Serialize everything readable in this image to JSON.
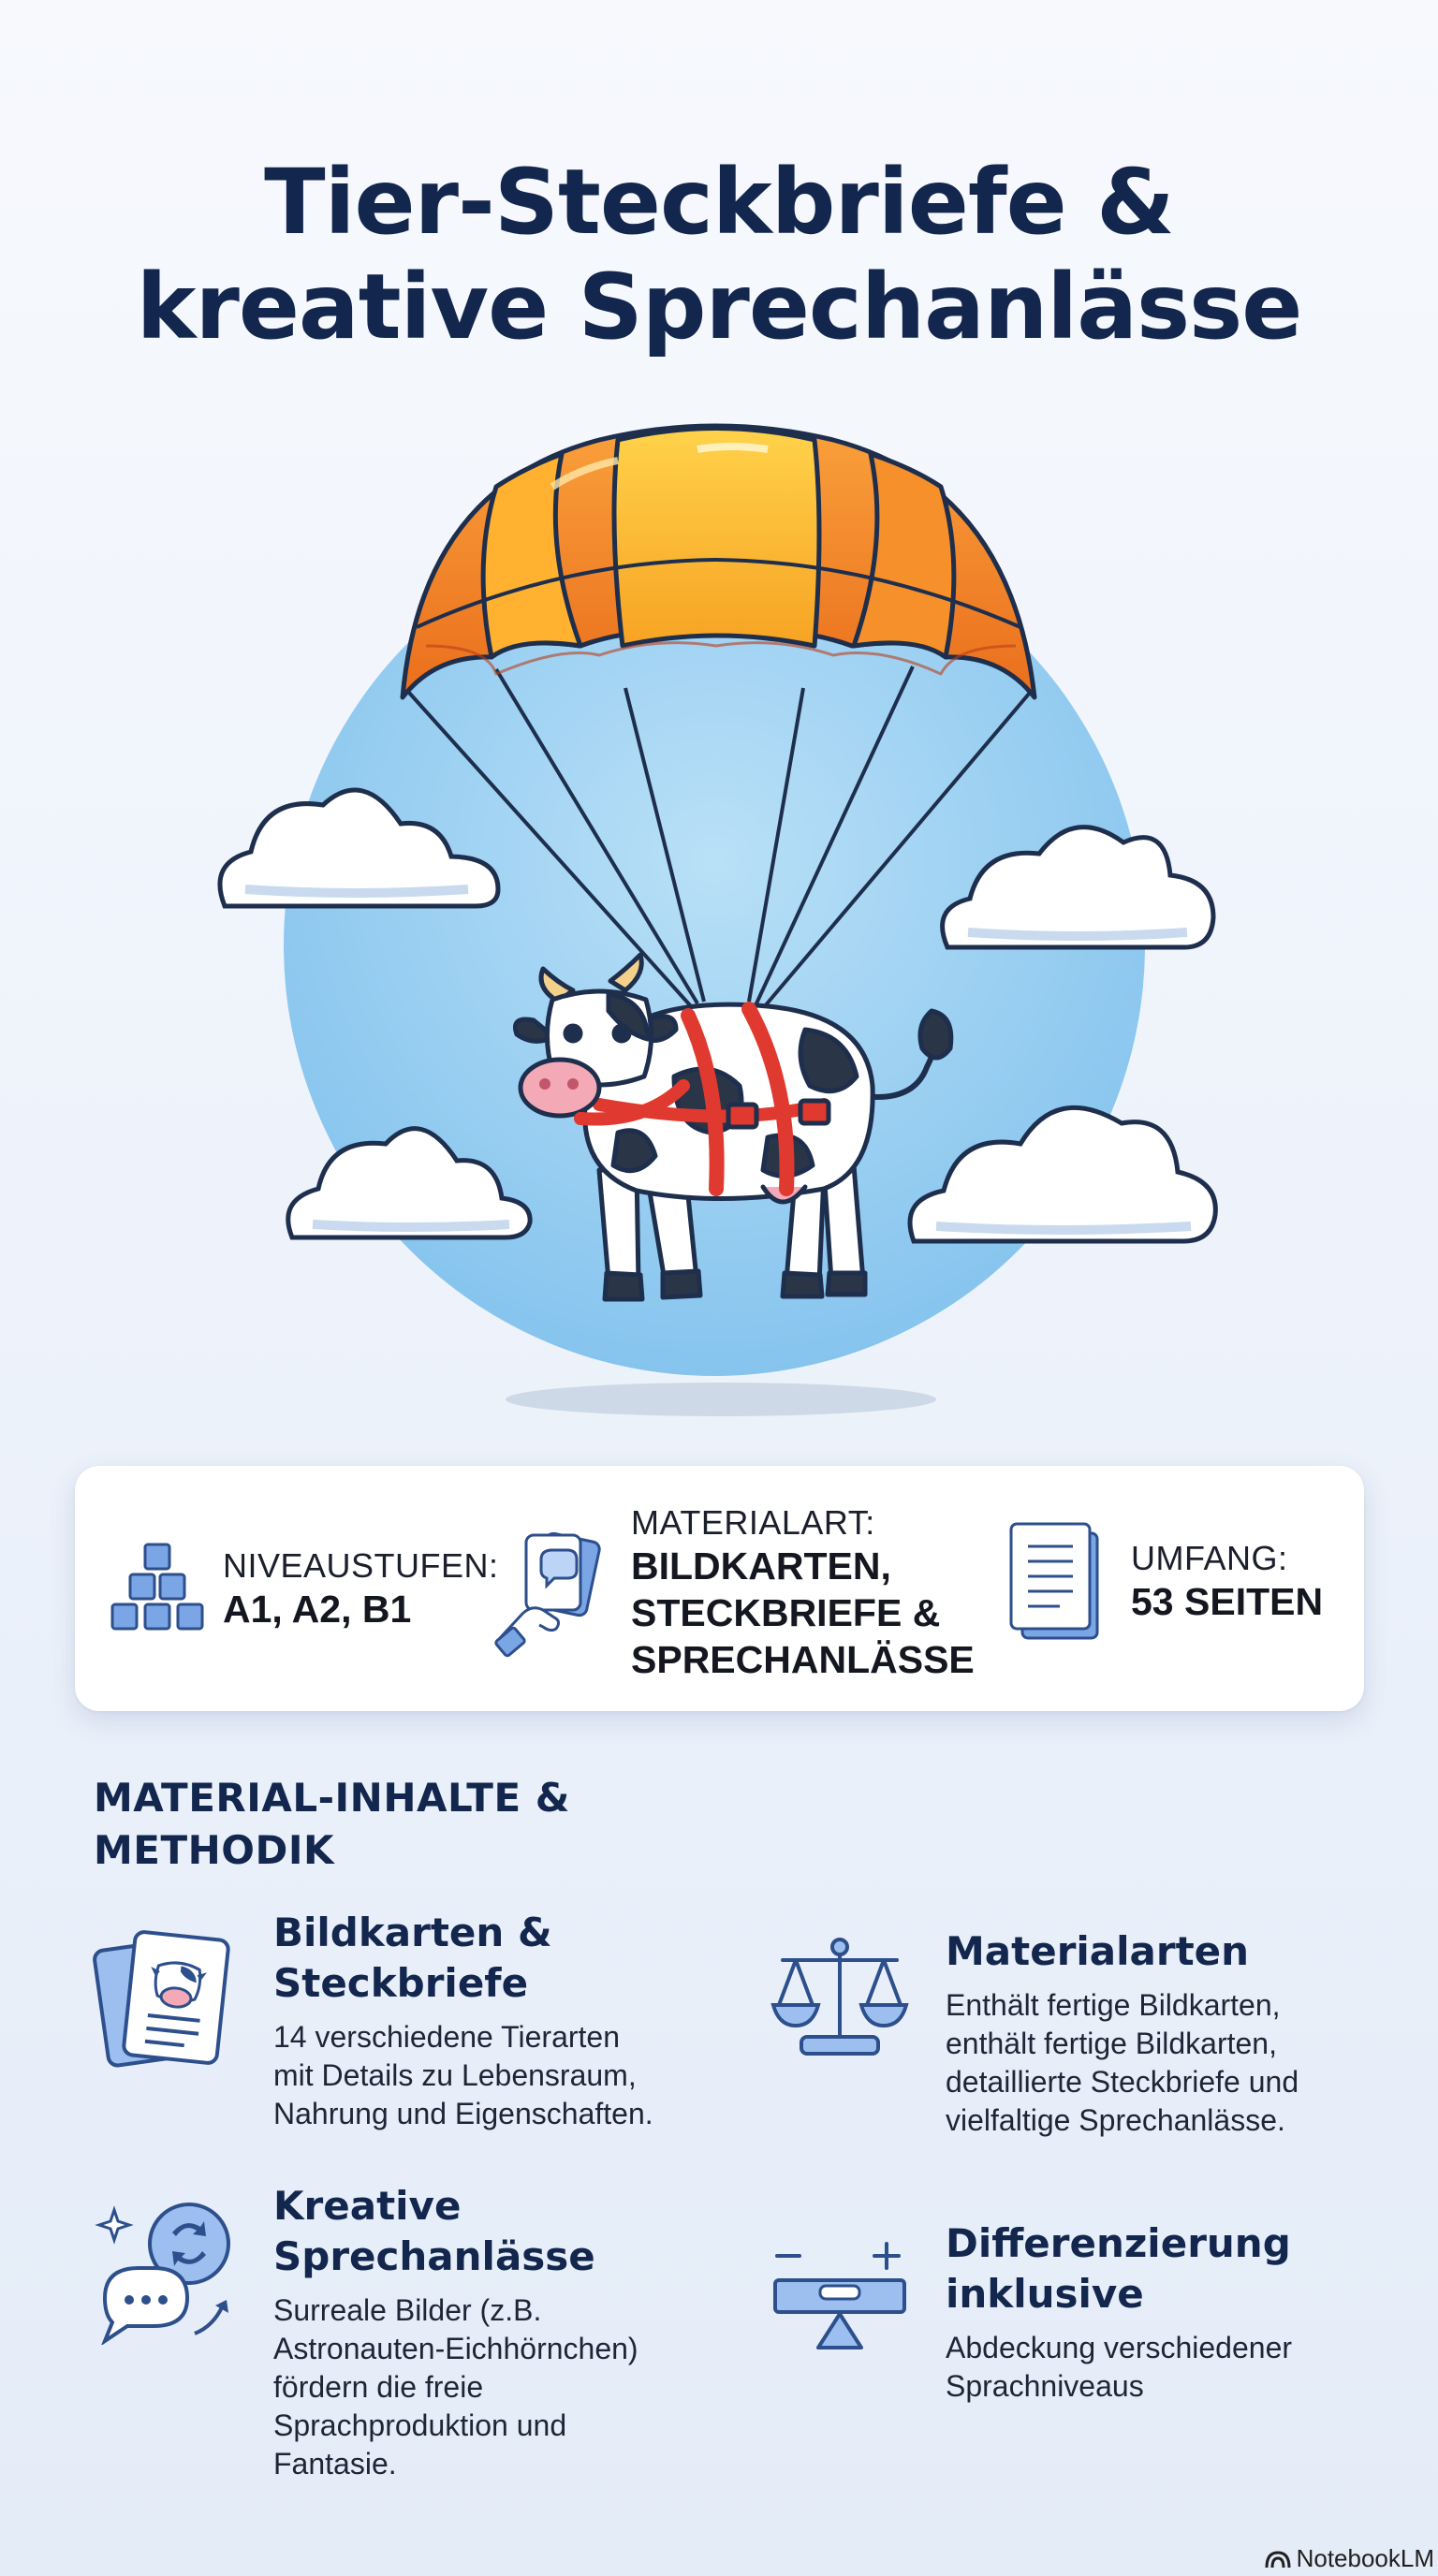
{
  "title": {
    "line1": "Tier-Steckbriefe &",
    "line2": "kreative Sprechanlässe"
  },
  "info": {
    "niveau": {
      "label": "NIVEAUSTUFEN:",
      "value": "A1, A2, B1",
      "icon": "blocks-pyramid-icon"
    },
    "material": {
      "label": "MATERIALART:",
      "value_line1": "BILDKARTEN,",
      "value_line2": "STECKBRIEFE &",
      "value_line3": "SPRECHANLÄSSE",
      "icon": "hand-holding-cards-icon"
    },
    "umfang": {
      "label": "UMFANG:",
      "value": "53 SEITEN",
      "icon": "book-icon"
    }
  },
  "section": {
    "line1": "MATERIAL-INHALTE &",
    "line2": "METHODIK"
  },
  "features": [
    {
      "title_line1": "Bildkarten &",
      "title_line2": "Steckbriefe",
      "desc": [
        "14 verschiedene Tierarten",
        "mit Details zu Lebensraum,",
        "Nahrung und Eigenschaften."
      ],
      "icon": "cow-cards-icon"
    },
    {
      "title_line1": "Materialarten",
      "desc": [
        "Enthält fertige Bildkarten,",
        "enthält fertige Bildkarten,",
        "detaillierte Steckbriefe und",
        "vielfaltige Sprechanlässe."
      ],
      "icon": "balance-scale-icon"
    },
    {
      "title_line1": "Kreative",
      "title_line2": "Sprechanlässe",
      "desc": [
        "Surreale Bilder (z.B.",
        "Astronauten-Eichhörnchen)",
        "fördern die freie",
        "Sprachproduktion und",
        "Fantasie."
      ],
      "icon": "speech-bubbles-icon"
    },
    {
      "title_line1": "Differenzierung",
      "title_line2": "inklusive",
      "desc": [
        "Abdeckung verschiedener",
        "Sprachniveaus"
      ],
      "icon": "balance-level-icon"
    }
  ],
  "brand": {
    "label": "NotebookLM",
    "icon": "notebooklm-logo-icon"
  },
  "colors": {
    "navy": "#13264d",
    "sky": "#8fcaf0",
    "chute_orange": "#f08a24",
    "chute_yellow": "#fbbf2c",
    "harness_red": "#e0392f",
    "icon_blue": "#5b8fd9"
  }
}
